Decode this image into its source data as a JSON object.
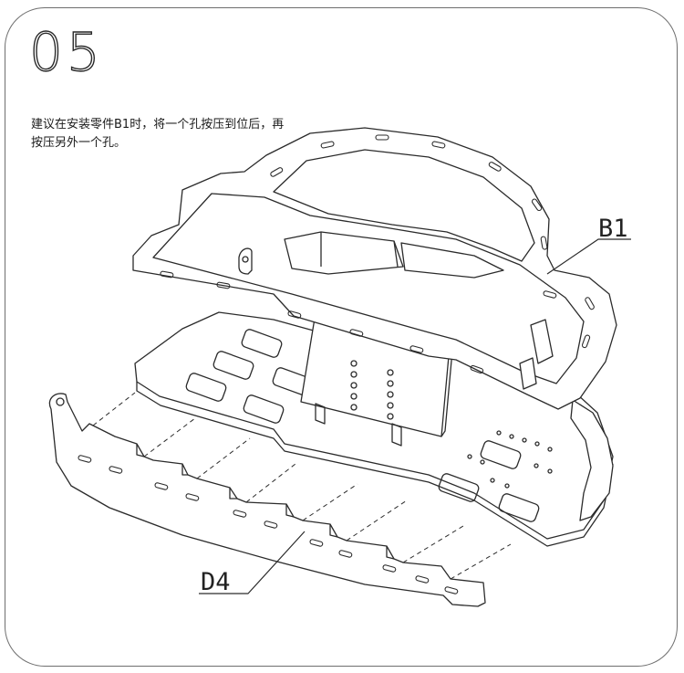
{
  "step_number": "05",
  "instruction_text": "建议在安装零件B1时，将一个孔按压到位后，再按压另外一个孔。",
  "parts": {
    "b1_label": "B1",
    "d4_label": "D4"
  }
}
